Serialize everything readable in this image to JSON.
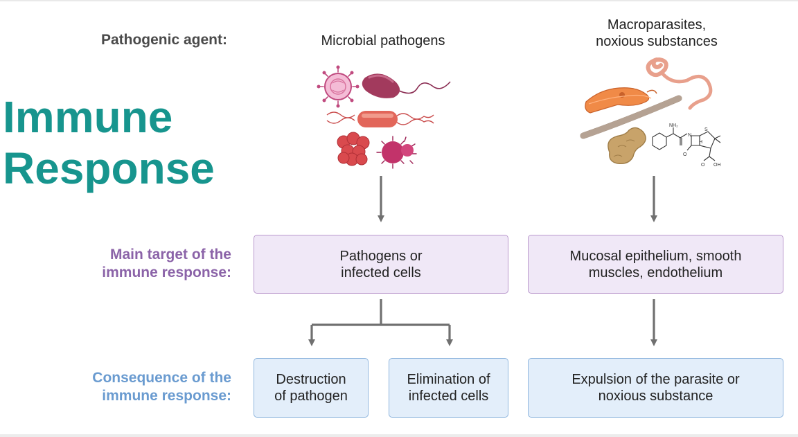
{
  "title": {
    "line1": "Immune",
    "line2": "Response"
  },
  "row_labels": {
    "pathogenic_agent": "Pathogenic agent:",
    "main_target": {
      "line1": "Main target of the",
      "line2": "immune response:"
    },
    "consequence": {
      "line1": "Consequence of the",
      "line2": "immune response:"
    }
  },
  "columns": {
    "microbial": {
      "header": "Microbial pathogens",
      "target": {
        "line1": "Pathogens or",
        "line2": "infected cells"
      },
      "consequences": [
        {
          "line1": "Destruction",
          "line2": "of pathogen"
        },
        {
          "line1": "Elimination of",
          "line2": "infected cells"
        }
      ]
    },
    "macro": {
      "header": {
        "line1": "Macroparasites,",
        "line2": "noxious substances"
      },
      "target": {
        "line1": "Mucosal epithelium, smooth",
        "line2": "muscles, endothelium"
      },
      "consequence": {
        "line1": "Expulsion of the parasite or",
        "line2": "noxious substance"
      }
    }
  },
  "molecule_labels": {
    "nh2": "NH₂",
    "s": "S",
    "oh": "OH",
    "o": "O",
    "h": "H",
    "n": "N"
  },
  "colors": {
    "title": "#17958e",
    "target_label": "#8b63a8",
    "consequence_label": "#6a9bd0",
    "target_box_fill": "#f0e8f7",
    "target_box_border": "#b998cc",
    "consequence_box_fill": "#e3eefa",
    "consequence_box_border": "#8fb6de",
    "arrow": "#707070"
  }
}
